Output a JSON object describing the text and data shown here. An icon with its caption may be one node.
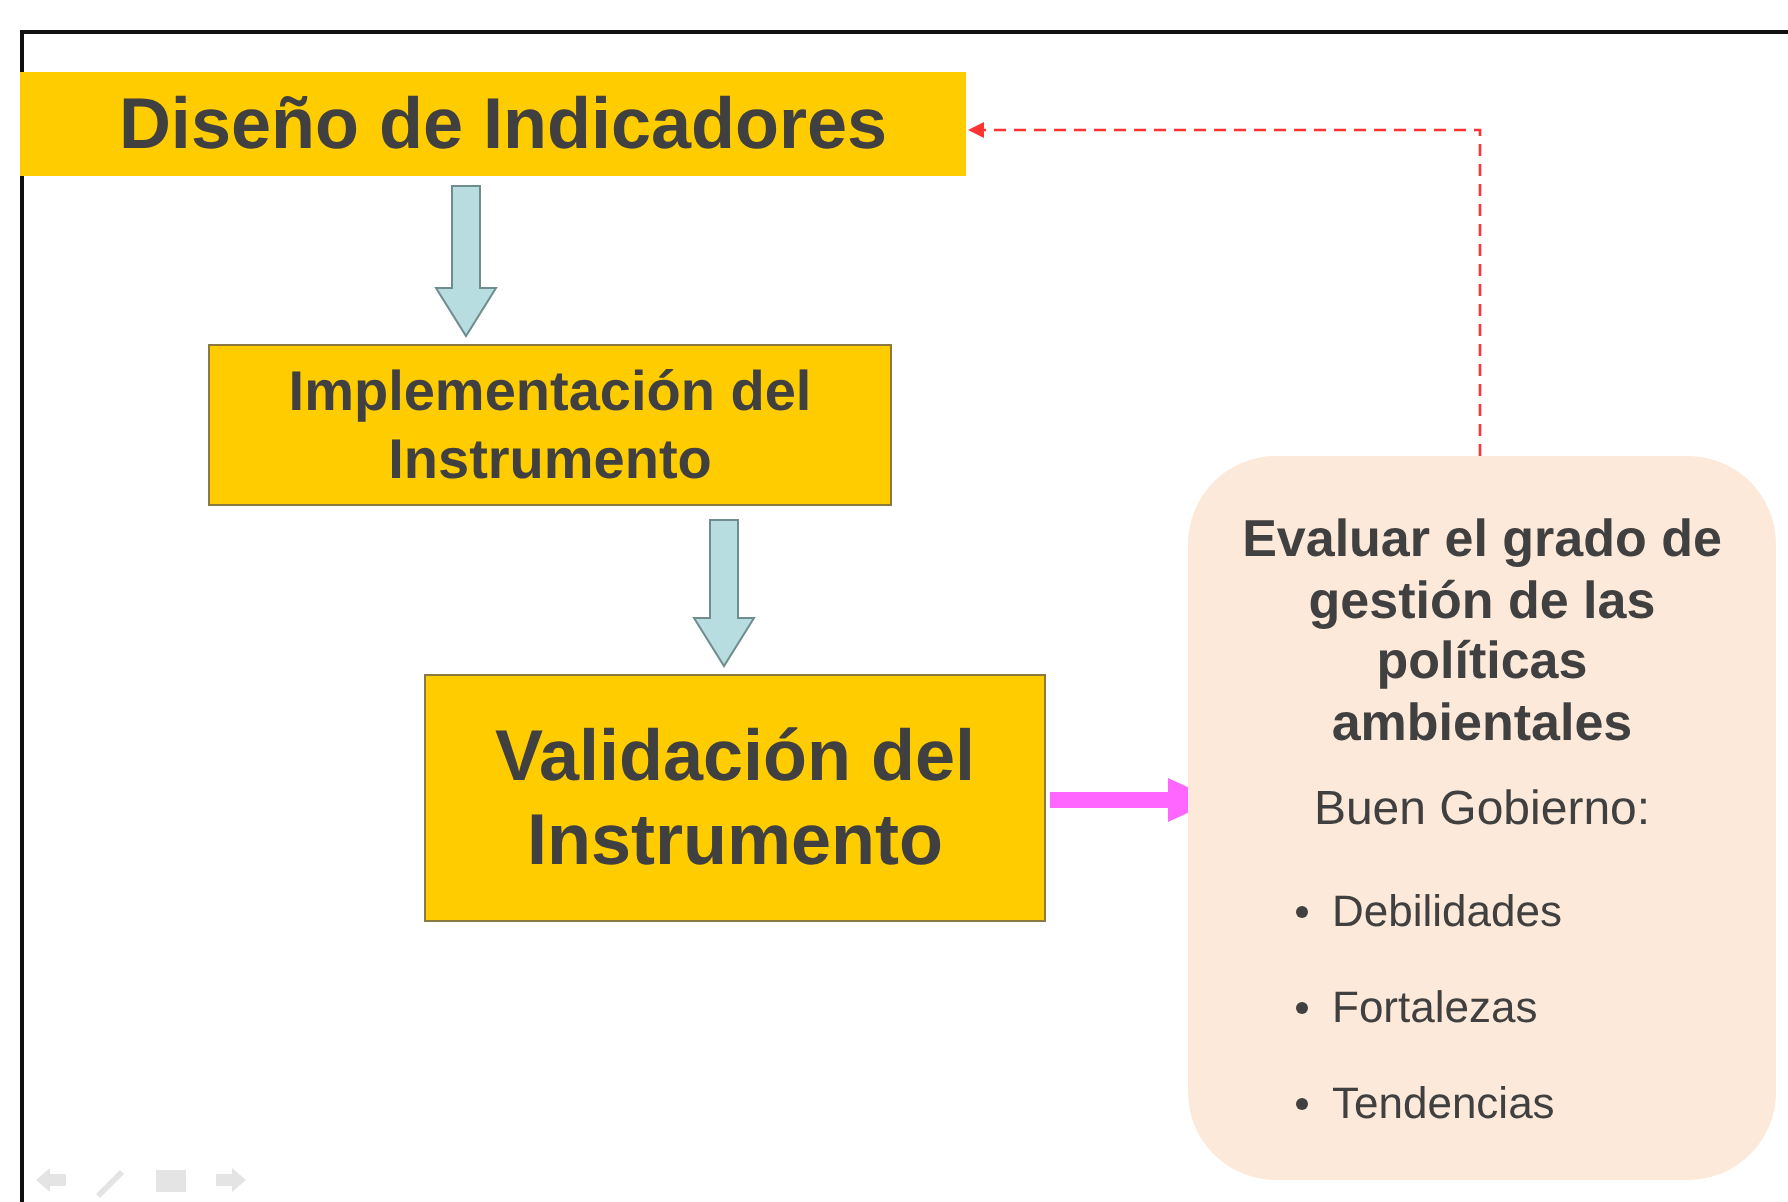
{
  "diagram": {
    "nodes": [
      {
        "text": [
          "Diseño de Indicadores"
        ]
      },
      {
        "text": [
          "Implementación del Instrumento"
        ]
      },
      {
        "text": [
          "Validación del Instrumento"
        ]
      },
      {
        "text": [
          "Evaluar el grado de gestión de las políticas ambientales",
          "Buen Gobierno:",
          "Debilidades",
          "Fortalezas",
          "Tendencias"
        ]
      }
    ],
    "edges": [
      {
        "from": 0,
        "to": 1,
        "arrow": "to"
      },
      {
        "from": 1,
        "to": 2,
        "arrow": "to"
      },
      {
        "from": 2,
        "to": 3,
        "arrow": "to",
        "style": "thick",
        "color": "#ff66ff"
      },
      {
        "from": 3,
        "to": 0,
        "arrow": "to",
        "style": "dashed",
        "color": "#ff3333"
      }
    ]
  }
}
